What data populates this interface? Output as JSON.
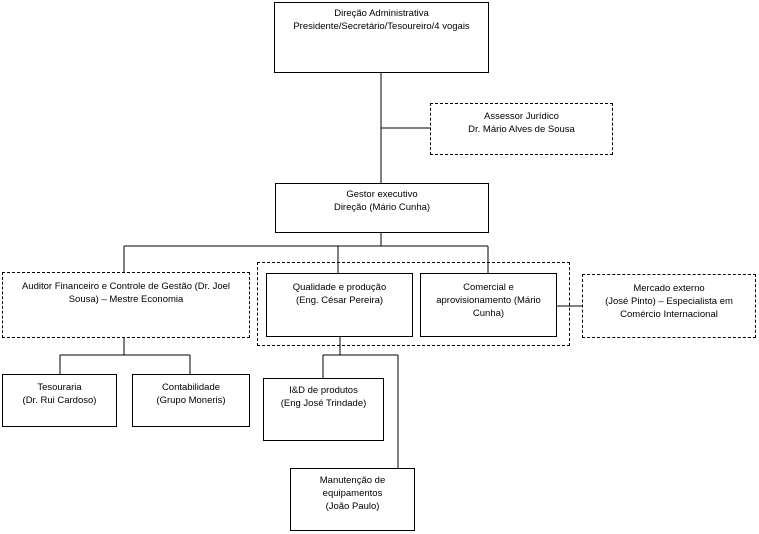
{
  "nodes": {
    "direcao_administrativa": {
      "line1": "Direção Administrativa",
      "line2": "Presidente/Secretário/Tesoureiro/4 vogais"
    },
    "assessor_juridico": {
      "line1": "Assessor Jurídico",
      "line2": "Dr. Mário Alves de Sousa"
    },
    "gestor_executivo": {
      "line1": "Gestor executivo",
      "line2": "Direção (Mário Cunha)"
    },
    "auditor": {
      "line1": "Auditor Financeiro e Controle de Gestão (Dr. Joel",
      "line2": "Sousa) – Mestre Economia"
    },
    "qualidade_producao": {
      "line1": "Qualidade e produção",
      "line2": "(Eng. César Pereira)"
    },
    "comercial": {
      "line1": "Comercial e",
      "line2": "aprovisionamento (Mário",
      "line3": "Cunha)"
    },
    "mercado_externo": {
      "line1": "Mercado externo",
      "line2": "(José Pinto) – Especialista em",
      "line3": "Comércio Internacional"
    },
    "tesouraria": {
      "line1": "Tesouraria",
      "line2": "(Dr. Rui Cardoso)"
    },
    "contabilidade": {
      "line1": "Contabilidade",
      "line2": "(Grupo Moneris)"
    },
    "id_produtos": {
      "line1": "I&D de produtos",
      "line2": "(Eng José Trindade)"
    },
    "manutencao": {
      "line1": "Manutenção de",
      "line2": "equipamentos",
      "line3": "(João Paulo)"
    }
  }
}
